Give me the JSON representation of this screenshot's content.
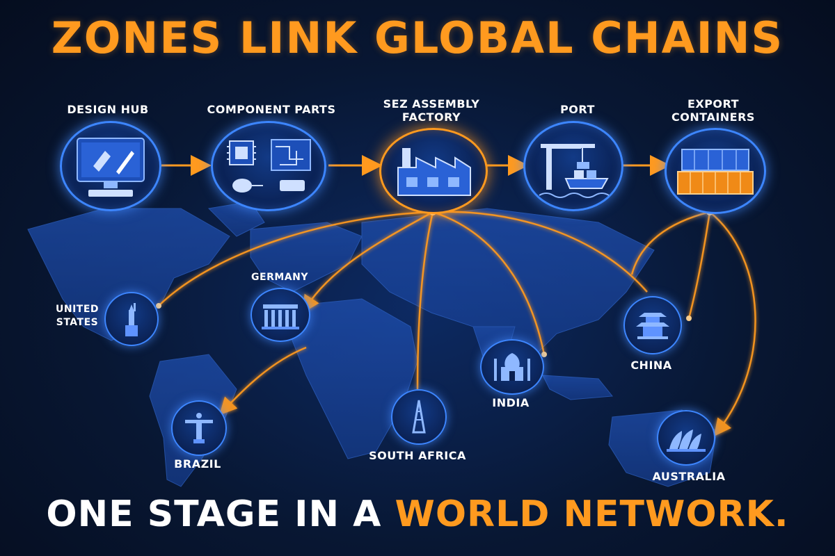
{
  "title": "ZONES LINK GLOBAL CHAINS",
  "stages": [
    {
      "label": "DESIGN HUB",
      "icon": "computer-design-icon"
    },
    {
      "label": "COMPONENT PARTS",
      "icon": "circuit-components-icon"
    },
    {
      "label": "SEZ ASSEMBLY FACTORY",
      "icon": "factory-icon"
    },
    {
      "label": "PORT",
      "icon": "port-crane-ship-icon"
    },
    {
      "label": "EXPORT CONTAINERS",
      "icon": "shipping-containers-icon"
    }
  ],
  "countries": [
    {
      "label": "UNITED STATES",
      "icon": "statue-of-liberty-icon"
    },
    {
      "label": "GERMANY",
      "icon": "brandenburg-gate-icon"
    },
    {
      "label": "BRAZIL",
      "icon": "christ-redeemer-icon"
    },
    {
      "label": "SOUTH AFRICA",
      "icon": "tower-icon"
    },
    {
      "label": "INDIA",
      "icon": "taj-mahal-icon"
    },
    {
      "label": "CHINA",
      "icon": "pagoda-icon"
    },
    {
      "label": "AUSTRALIA",
      "icon": "opera-house-icon"
    }
  ],
  "tagline": {
    "part1": "ONE STAGE IN A ",
    "part2": "WORLD NETWORK."
  },
  "colors": {
    "accent": "#ff9a1f",
    "node_blue": "#3d86ff",
    "background": "#081733"
  }
}
